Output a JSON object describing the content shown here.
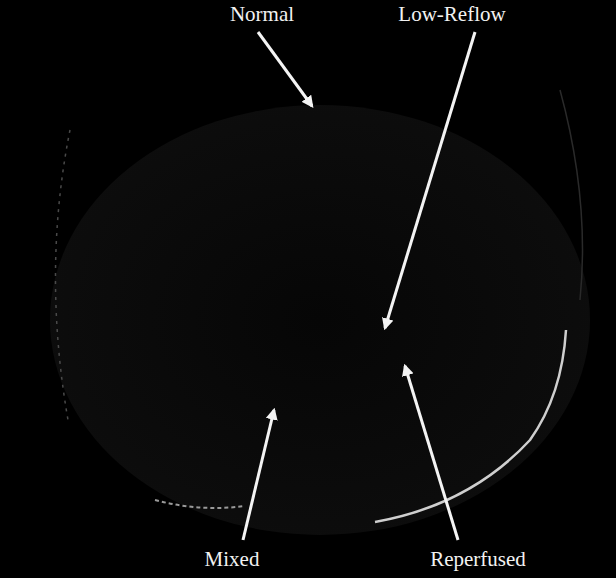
{
  "diagram": {
    "labels": [
      "Normal",
      "Low-Reflow",
      "Mixed",
      "Reperfused"
    ]
  }
}
